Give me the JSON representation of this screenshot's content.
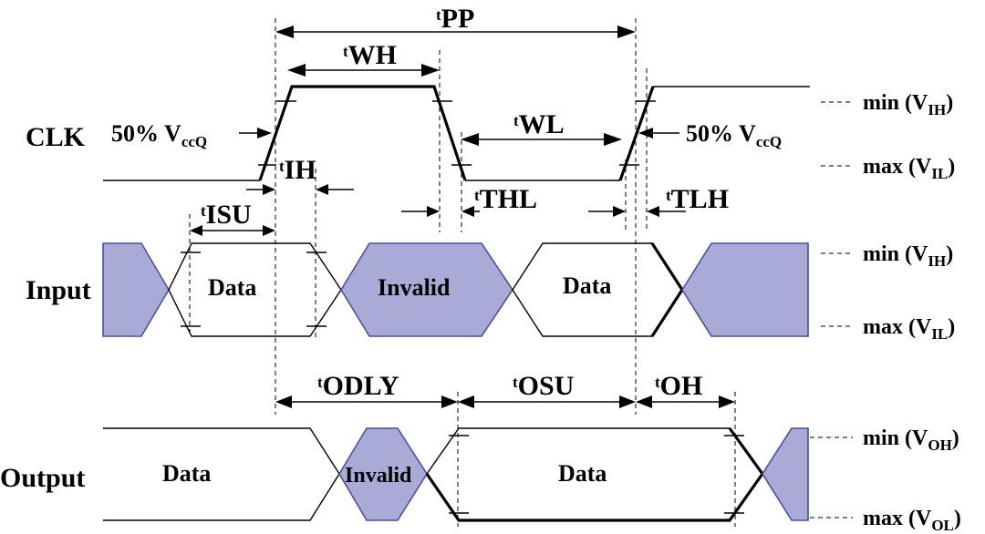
{
  "signals": {
    "clk": "CLK",
    "input": "Input",
    "output": "Output"
  },
  "clk_annotations": {
    "left_pct": "50% V",
    "left_sub": "ccQ",
    "right_pct": "50% V",
    "right_sub": "ccQ"
  },
  "timing": {
    "tpp": {
      "t": "t",
      "main": "PP"
    },
    "twh": {
      "t": "t",
      "main": "WH"
    },
    "twl": {
      "t": "t",
      "main": "WL"
    },
    "tih": {
      "t": "t",
      "main": "IH"
    },
    "tisu": {
      "t": "t",
      "main": "ISU"
    },
    "tthl": {
      "t": "t",
      "main": "THL"
    },
    "ttlh": {
      "t": "t",
      "main": "TLH"
    },
    "todly": {
      "t": "t",
      "main": "ODLY"
    },
    "tosu": {
      "t": "t",
      "main": "OSU"
    },
    "toh": {
      "t": "t",
      "main": "OH"
    }
  },
  "states": {
    "input_data_1": "Data",
    "input_invalid": "Invalid",
    "input_data_2": "Data",
    "output_data_1": "Data",
    "output_invalid": "Invalid",
    "output_data_2": "Data"
  },
  "levels": {
    "clk_min": {
      "pre": "min (V",
      "sub": "IH",
      "post": ")"
    },
    "clk_max": {
      "pre": "max (V",
      "sub": "IL",
      "post": ")"
    },
    "in_min": {
      "pre": "min (V",
      "sub": "IH",
      "post": ")"
    },
    "in_max": {
      "pre": "max (V",
      "sub": "IL",
      "post": ")"
    },
    "out_min": {
      "pre": "min (V",
      "sub": "OH",
      "post": ")"
    },
    "out_max": {
      "pre": "max (V",
      "sub": "OL",
      "post": ")"
    }
  },
  "colors": {
    "invalid_fill": "#a9aad6",
    "invalid_stroke": "#4a4fa0"
  }
}
